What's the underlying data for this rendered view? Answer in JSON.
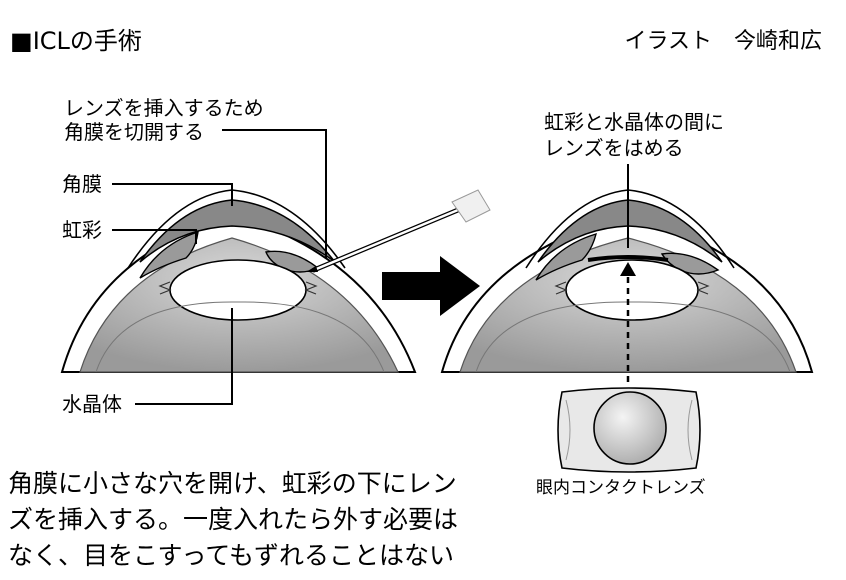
{
  "header": {
    "title_mark": "■",
    "title": "ICLの手術",
    "credit": "イラスト　今崎和広"
  },
  "left_figure": {
    "label_incision_line1": "レンズを挿入するため",
    "label_incision_line2": "角膜を切開する",
    "label_cornea": "角膜",
    "label_iris": "虹彩",
    "label_lens": "水晶体"
  },
  "right_figure": {
    "label_place_line1": "虹彩と水晶体の間に",
    "label_place_line2": "レンズをはめる",
    "label_icl": "眼内コンタクトレンズ"
  },
  "caption": {
    "line1": "角膜に小さな穴を開け、虹彩の下にレン",
    "line2": "ズを挿入する。一度入れたら外す必要は",
    "line3": "なく、目をこすってもずれることはない"
  },
  "colors": {
    "outline": "#000000",
    "eyeball_fill": "#c8c8c8",
    "cornea_fill": "#888888",
    "iris_fill": "#a0a0a0",
    "white": "#ffffff",
    "arrow": "#000000"
  }
}
